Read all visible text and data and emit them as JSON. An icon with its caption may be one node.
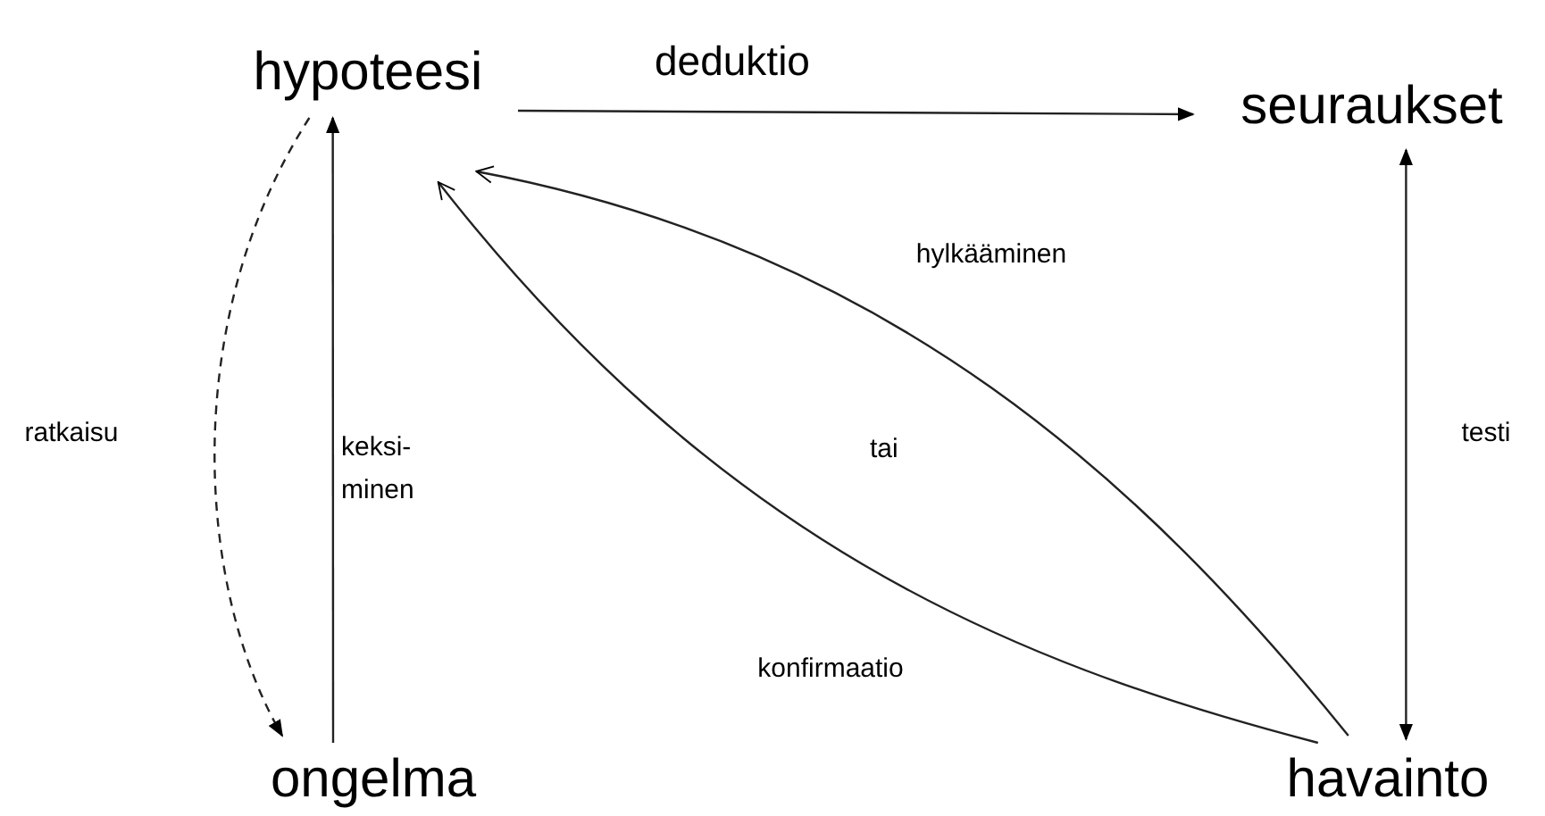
{
  "diagram": {
    "nodes": [
      {
        "text": [
          "hypoteesi"
        ]
      },
      {
        "text": [
          "seuraukset"
        ]
      },
      {
        "text": [
          "ongelma"
        ]
      },
      {
        "text": [
          "havainto"
        ]
      }
    ],
    "edges": [
      {
        "from": 0,
        "to": 1,
        "arrow": "to",
        "label": "deduktio"
      },
      {
        "from": 1,
        "to": 3,
        "arrow": "both",
        "label": "testi"
      },
      {
        "from": 2,
        "to": 0,
        "arrow": "to",
        "label": "keksi- minen"
      },
      {
        "from": 0,
        "to": 2,
        "arrow": "to",
        "label": "ratkaisu",
        "style": "dashed"
      },
      {
        "from": 3,
        "to": 0,
        "arrow": "to",
        "label": "hylkääminen"
      },
      {
        "from": 3,
        "to": 0,
        "arrow": "to",
        "label": "konfirmaatio"
      }
    ],
    "labels": [
      "tai"
    ]
  }
}
